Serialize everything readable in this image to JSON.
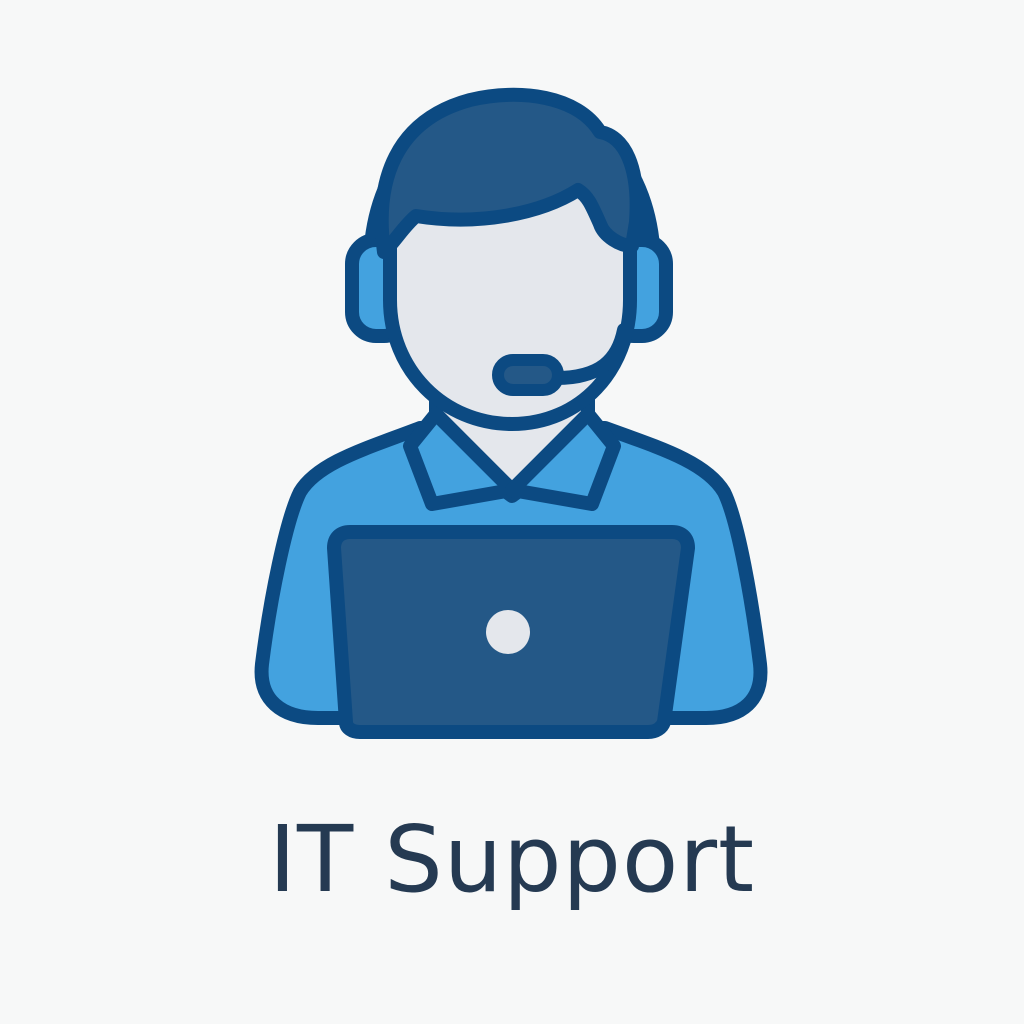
{
  "label": "IT Support",
  "icon": {
    "name": "it-support-agent-icon",
    "parts": [
      "person-with-headset",
      "laptop"
    ]
  },
  "colors": {
    "background": "#f7f8f8",
    "outline": "#0c4a82",
    "hair_and_laptop": "#245887",
    "shirt": "#43a2df",
    "face": "#e4e7ec",
    "text": "#253a52"
  }
}
